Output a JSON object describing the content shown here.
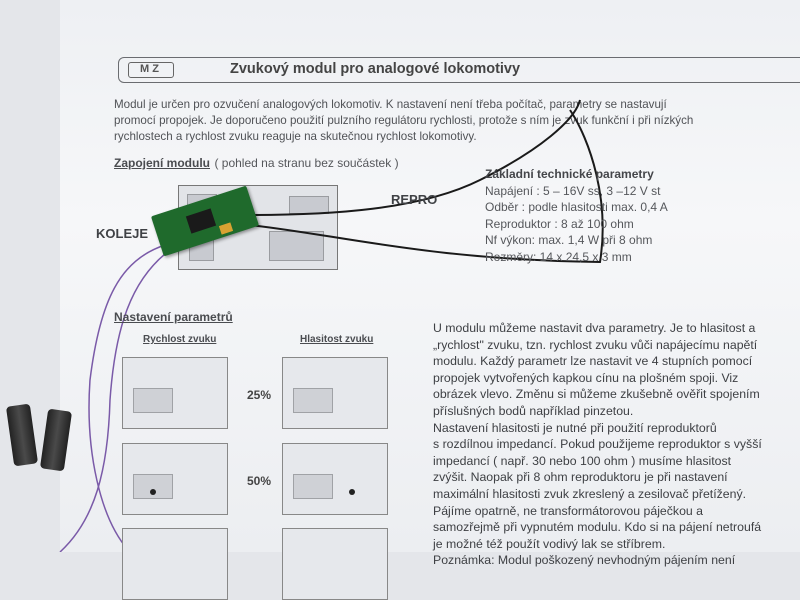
{
  "document": {
    "logo": "MZ",
    "title": "Zvukový modul pro analogové lokomotivy",
    "intro": [
      "Modul je určen pro ozvučení analogových lokomotiv. K nastavení není třeba počítač, parametry se nastavují",
      "promocí propojek.  Je doporučeno použití pulzního regulátoru rychlosti, protože s ním je zvuk funkční i při nízkých",
      "rychlostech a rychlost zvuku reaguje na skutečnou rychlost lokomotivy."
    ],
    "wiring_heading": "Zapojení modulu",
    "wiring_sub": "( pohled na stranu bez součástek )",
    "label_repro": "REPRO",
    "label_koleje": "KOLEJE",
    "tech_heading": "Základní technické parametry",
    "tech": [
      "Napájení : 5 – 16V ss, 3 –12 V st",
      "Odběr : podle hlasitosti max. 0,4 A",
      "Reproduktor : 8 až 100 ohm",
      "Nf výkon: max. 1,4 W při 8 ohm",
      "Rozměry: 14 x 24,5 x 3 mm"
    ],
    "settings_heading": "Nastavení parametrů",
    "col_speed": "Rychlost zvuku",
    "col_volume": "Hlasitost zvuku",
    "levels": [
      "25%",
      "50%"
    ],
    "body": [
      "U modulu můžeme nastavit dva parametry. Je to hlasitost a",
      "„rychlost\" zvuku, tzn. rychlost zvuku vůči napájecímu napětí",
      "modulu. Každý parametr lze nastavit ve 4 stupních pomocí",
      "propojek vytvořených kapkou cínu na plošném spoji. Viz",
      "obrázek vlevo. Změnu si můžeme zkušebně ověřit spojením",
      "příslušných bodů například pinzetou.",
      "Nastavení hlasitosti je nutné při použití reproduktorů",
      "s rozdílnou impedancí. Pokud použijeme reproduktor s vyšší",
      "impedancí ( např. 30 nebo 100 ohm ) musíme hlasitost",
      "zvýšit. Naopak při 8 ohm reproduktoru je při nastavení",
      "maximální hlasitosti zvuk zkreslený a zesilovač přetížený.",
      "Pájíme opatrně, ne transformátorovou páječkou a",
      "samozřejmě při vypnutém modulu. Kdo si na pájení netroufá",
      "je možné též použít vodivý lak se stříbrem.",
      "Poznámka: Modul poškozený nevhodným pájením není"
    ]
  }
}
